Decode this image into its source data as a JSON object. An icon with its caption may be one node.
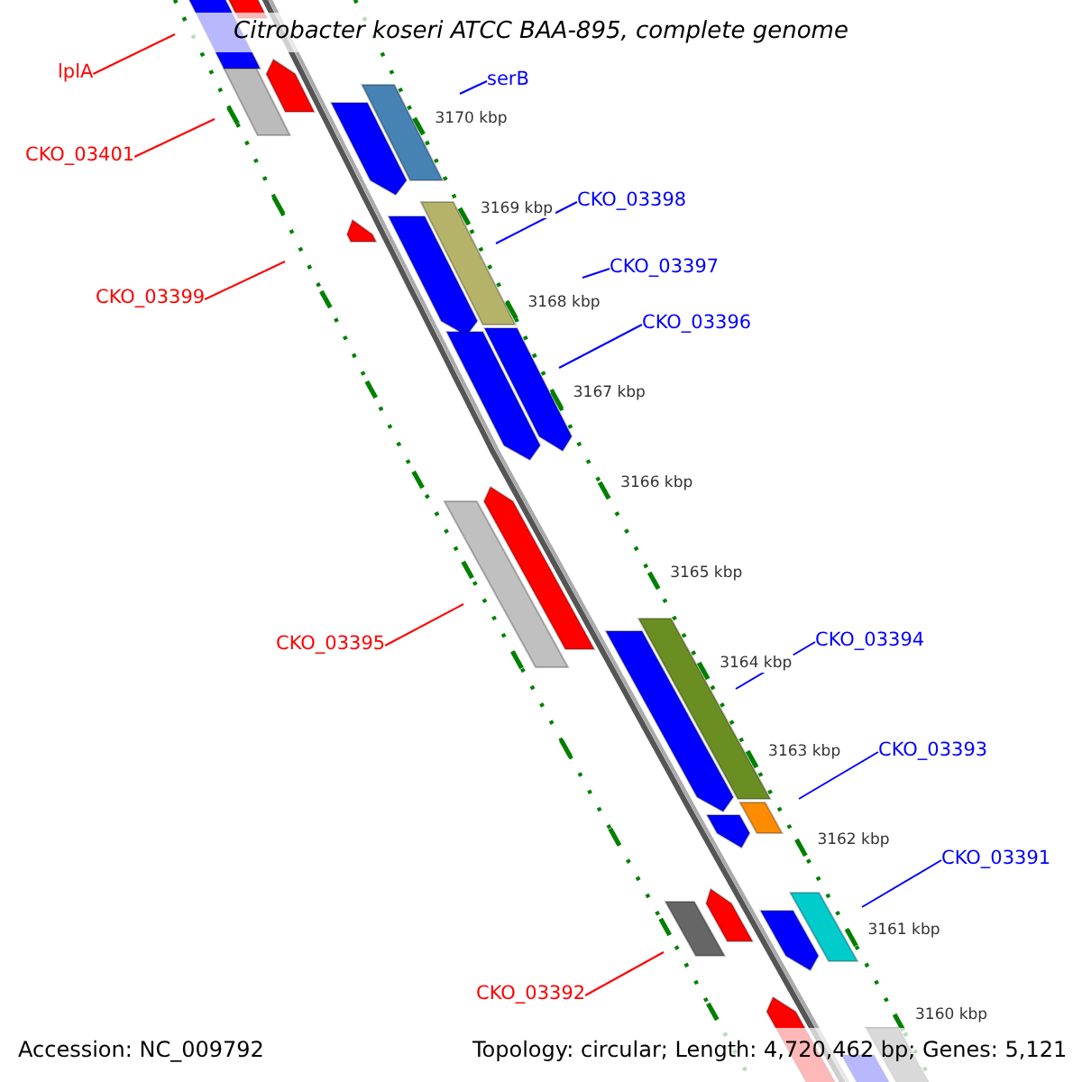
{
  "diagram": {
    "title": "Citrobacter koseri ATCC BAA-895, complete genome",
    "nodes": [
      {
        "text": [
          "lplA"
        ]
      },
      {
        "text": [
          "CKO_03401"
        ]
      },
      {
        "text": [
          "CKO_03399"
        ]
      },
      {
        "text": [
          "serB"
        ]
      },
      {
        "text": [
          "CKO_03398"
        ]
      },
      {
        "text": [
          "CKO_03397"
        ]
      },
      {
        "text": [
          "CKO_03396"
        ]
      },
      {
        "text": [
          "CKO_03395"
        ]
      },
      {
        "text": [
          "CKO_03394"
        ]
      },
      {
        "text": [
          "CKO_03393"
        ]
      },
      {
        "text": [
          "CKO_03391"
        ]
      },
      {
        "text": [
          "CKO_03392"
        ]
      }
    ],
    "edges": [
      {
        "from": 0,
        "to": null,
        "arrow": "none",
        "color": "#ff0000"
      },
      {
        "from": 1,
        "to": null,
        "arrow": "none",
        "color": "#ff0000"
      },
      {
        "from": 2,
        "to": null,
        "arrow": "none",
        "color": "#ff0000"
      },
      {
        "from": 3,
        "to": null,
        "arrow": "none",
        "color": "#0000ff"
      },
      {
        "from": 4,
        "to": null,
        "arrow": "none",
        "color": "#0000ff"
      },
      {
        "from": 5,
        "to": null,
        "arrow": "none",
        "color": "#0000ff"
      },
      {
        "from": 6,
        "to": null,
        "arrow": "none",
        "color": "#0000ff"
      },
      {
        "from": 7,
        "to": null,
        "arrow": "none",
        "color": "#ff0000"
      },
      {
        "from": 8,
        "to": null,
        "arrow": "none",
        "color": "#0000ff"
      },
      {
        "from": 9,
        "to": null,
        "arrow": "none",
        "color": "#0000ff"
      },
      {
        "from": 10,
        "to": null,
        "arrow": "none",
        "color": "#0000ff"
      },
      {
        "from": 11,
        "to": null,
        "arrow": "none",
        "color": "#ff0000"
      }
    ],
    "labels": [
      "3170 kbp",
      "3169 kbp",
      "3168 kbp",
      "3167 kbp",
      "3166 kbp",
      "3165 kbp",
      "3164 kbp",
      "3163 kbp",
      "3162 kbp",
      "3161 kbp",
      "3160 kbp",
      "Accession: NC_009792",
      "Topology: circular; Length: 4,720,462 bp; Genes: 5,121"
    ]
  }
}
